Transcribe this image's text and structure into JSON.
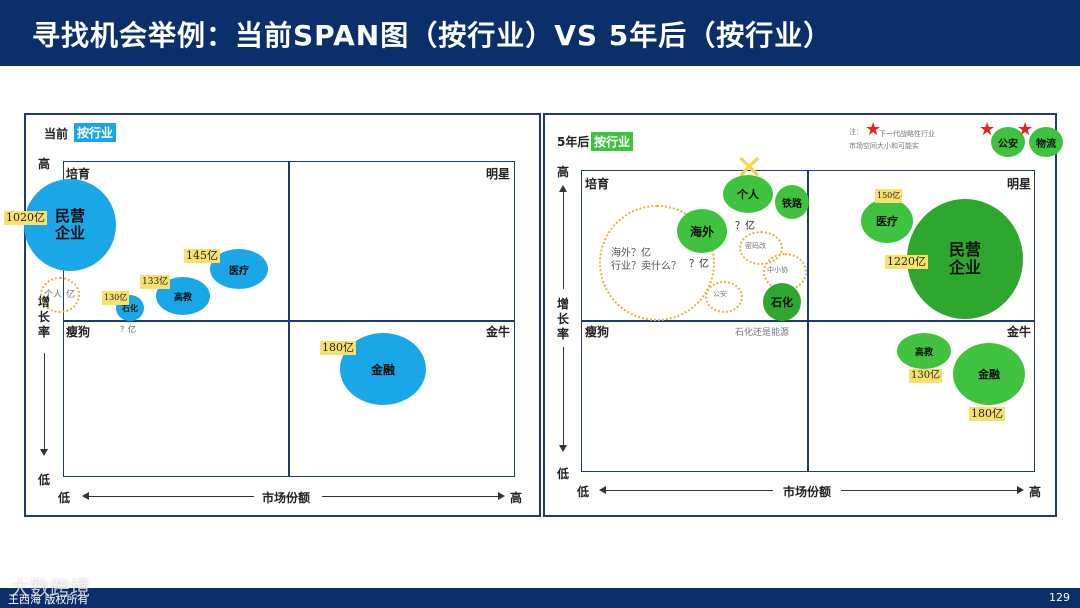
{
  "header": {
    "title": "寻找机会举例：当前SPAN图（按行业）VS 5年后（按行业）"
  },
  "footer": {
    "left": "王西海 版权所有",
    "page": "129",
    "watermark": "大数跨境"
  },
  "colors": {
    "header_bg": "#0b2f6b",
    "current_bubble": "#1aa7e8",
    "future_bubble": "#3fc33f",
    "value_tag": "#f7e06b",
    "star": "#e0261c"
  },
  "axes": {
    "high": "高",
    "low": "低",
    "y_title": "增长率",
    "x_title": "市场份额"
  },
  "quadrants": {
    "tl": "培育",
    "tr": "明星",
    "bl": "瘦狗",
    "br": "金牛"
  },
  "left_panel": {
    "prefix": "当前",
    "tag": "按行业",
    "bubbles": [
      {
        "label": "民营\n企业",
        "value": "1020亿"
      },
      {
        "label": "医疗",
        "value": "145亿"
      },
      {
        "label": "高教",
        "value": "133亿"
      },
      {
        "label": "石化",
        "value": "130亿"
      },
      {
        "label": "金融",
        "value": "180亿"
      }
    ],
    "notes": {
      "question": "？亿",
      "small1": "个人",
      "small2": "亿"
    }
  },
  "right_panel": {
    "prefix": "5年后",
    "tag": "按行业",
    "legend_note_1": "下一代战略性行业",
    "legend_note_2": "市场空间大小和可能实",
    "stars": [
      {
        "label": "公安"
      },
      {
        "label": "物流"
      }
    ],
    "bubbles": [
      {
        "label": "个人",
        "value": ""
      },
      {
        "label": "铁路",
        "value": ""
      },
      {
        "label": "海外",
        "value": ""
      },
      {
        "label": "石化",
        "value": ""
      },
      {
        "label": "医疗",
        "value": "150亿"
      },
      {
        "label": "民营\n企业",
        "value": "1220亿"
      },
      {
        "label": "高教",
        "value": "130亿"
      },
      {
        "label": "金融",
        "value": "180亿"
      }
    ],
    "notes": {
      "q1": "？亿",
      "q2": "？亿",
      "overseas_q": "海外？亿\n行业？卖什么？",
      "small_a": "密码改",
      "small_b": "中小协",
      "small_c": "公安",
      "petro": "石化还是能源"
    }
  }
}
